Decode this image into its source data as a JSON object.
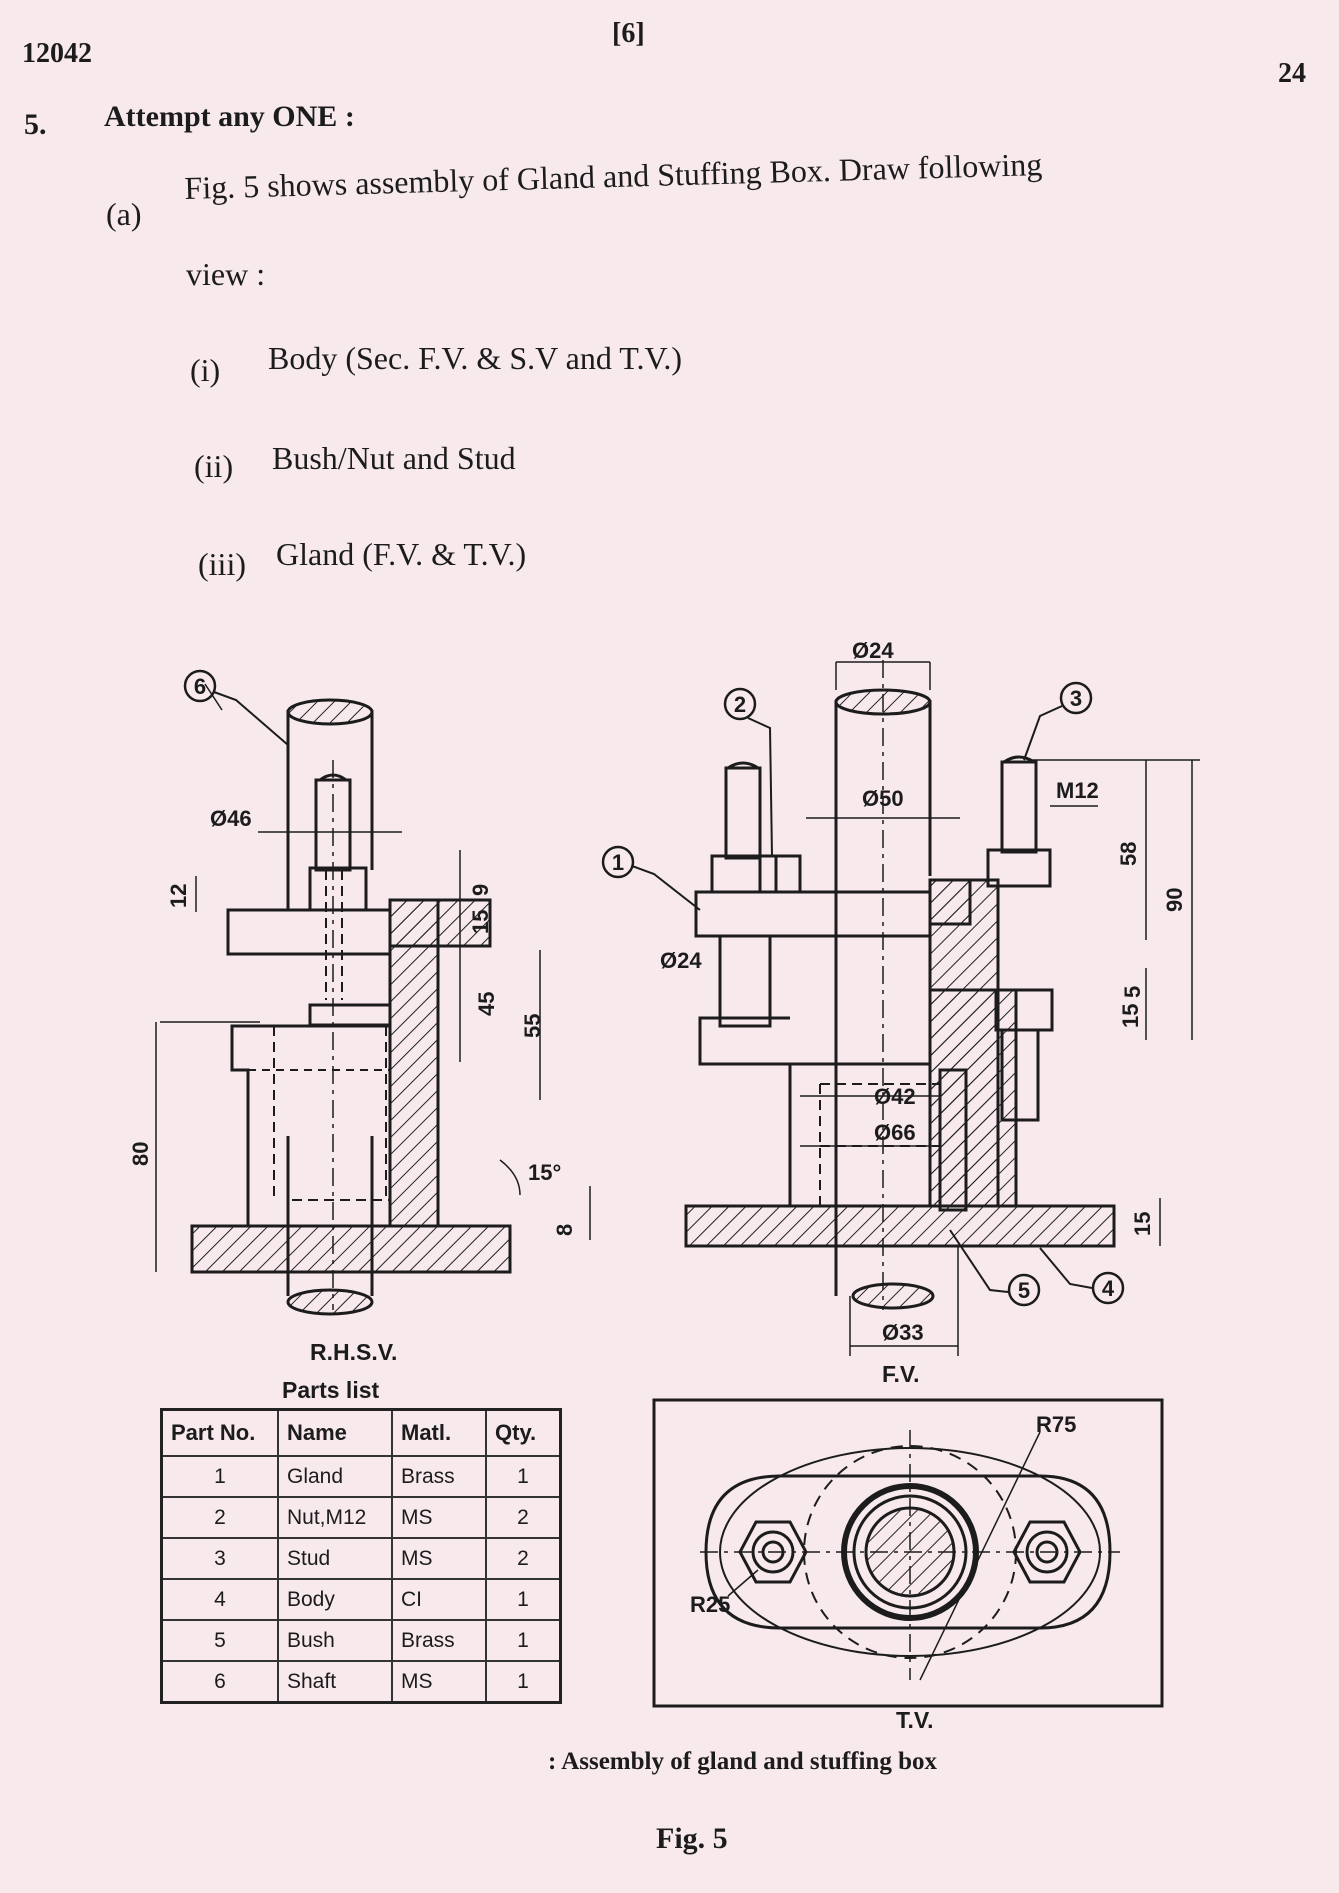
{
  "paper": {
    "code": "12042",
    "page": "[6]",
    "marks": "24"
  },
  "question": {
    "number": "5.",
    "title": "Attempt any ONE :",
    "part_label": "(a)",
    "text_line1": "Fig. 5 shows assembly of Gland and Stuffing Box. Draw following",
    "text_line2": "view :",
    "items": [
      {
        "num": "(i)",
        "text": "Body (Sec. F.V. & S.V and T.V.)"
      },
      {
        "num": "(ii)",
        "text": "Bush/Nut and Stud"
      },
      {
        "num": "(iii)",
        "text": "Gland (F.V. & T.V.)"
      }
    ]
  },
  "drawing": {
    "callouts": [
      "6",
      "2",
      "3",
      "1",
      "5",
      "4"
    ],
    "dimensions": {
      "d46": "Ø46",
      "d12": "12",
      "d9": "9",
      "d15a": "15",
      "d45": "45",
      "d55": "55",
      "d80": "80",
      "ang15": "15°",
      "d8": "8",
      "d24top": "Ø24",
      "d50": "Ø50",
      "m12": "M12",
      "d58": "58",
      "d90": "90",
      "d24side": "Ø24",
      "d15b": "15",
      "d5": "5",
      "d42": "Ø42",
      "d66": "Ø66",
      "d15c": "15",
      "d33": "Ø33",
      "r75": "R75",
      "r25": "R25"
    },
    "labels": {
      "rhsv": "R.H.S.V.",
      "fv": "F.V.",
      "tv": "T.V.",
      "parts_list": "Parts list"
    }
  },
  "parts_table": {
    "headers": [
      "Part No.",
      "Name",
      "Matl.",
      "Qty."
    ],
    "rows": [
      [
        "1",
        "Gland",
        "Brass",
        "1"
      ],
      [
        "2",
        "Nut,M12",
        "MS",
        "2"
      ],
      [
        "3",
        "Stud",
        "MS",
        "2"
      ],
      [
        "4",
        "Body",
        "CI",
        "1"
      ],
      [
        "5",
        "Bush",
        "Brass",
        "1"
      ],
      [
        "6",
        "Shaft",
        "MS",
        "1"
      ]
    ]
  },
  "caption": ": Assembly of gland and stuffing box",
  "figure": "Fig. 5"
}
